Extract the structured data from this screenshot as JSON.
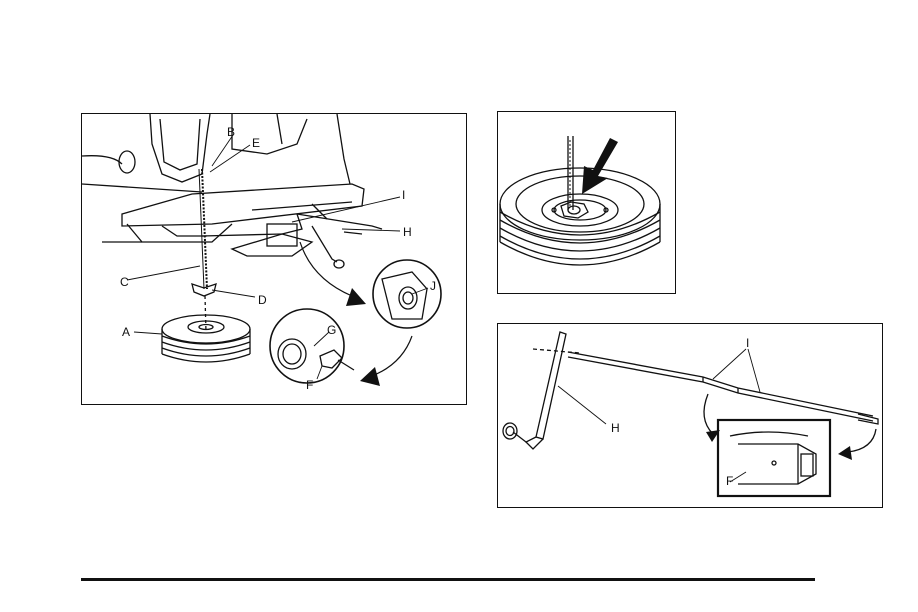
{
  "figures": {
    "spare_tire_lowering": {
      "labels": {
        "a": "A",
        "b": "B",
        "c": "C",
        "d": "D",
        "e": "E",
        "f": "F",
        "g": "G",
        "h": "H",
        "i": "I",
        "j": "J"
      }
    },
    "wheel_retainer": {},
    "jack_tools": {
      "labels": {
        "f": "F",
        "h": "H",
        "i": "I"
      }
    }
  }
}
